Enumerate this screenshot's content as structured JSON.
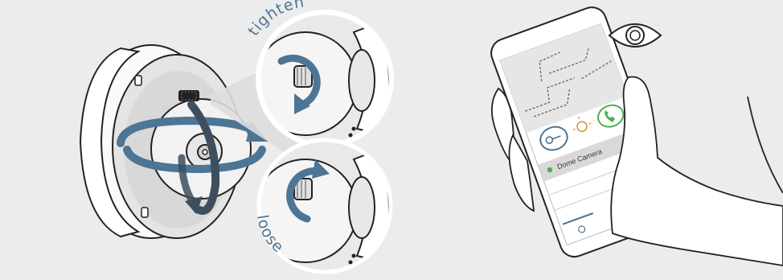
{
  "labels": {
    "tighten": "tighten",
    "loose": "loose"
  },
  "phone": {
    "device_name": "Dome Camera",
    "action_icons": [
      "key-icon",
      "light-icon",
      "phone-call-icon"
    ],
    "nav_icons": [
      "live-view-icon",
      "history-icon",
      "settings-icon"
    ],
    "status_dot_color": "#4caf50"
  },
  "colors": {
    "background": "#ececec",
    "arrow": "#4d7594",
    "arrow_light": "#7396b3",
    "outline": "#222222",
    "accent_green": "#4caf50",
    "device_row": "#d9d9d9"
  },
  "icons": {
    "eye": "eye-icon"
  }
}
